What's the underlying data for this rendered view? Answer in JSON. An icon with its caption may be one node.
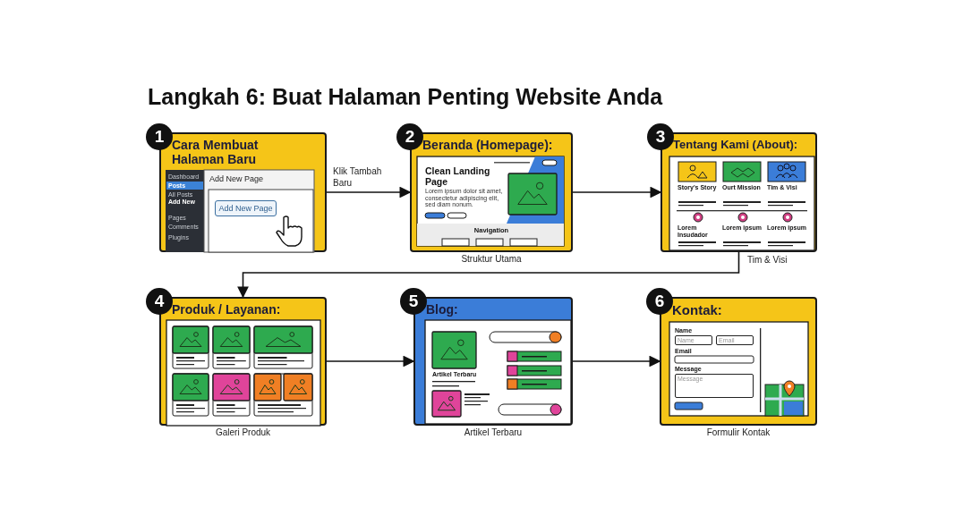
{
  "diagram": {
    "title": "Langkah 6: Buat Halaman Penting Website Anda",
    "nodes": [
      {
        "text": [
          "1",
          "Cara Membuat Halaman Baru"
        ]
      },
      {
        "text": [
          "2",
          "Beranda (Homepage):"
        ],
        "beside": [
          "Struktur Utama"
        ]
      },
      {
        "text": [
          "3",
          "Tentang Kami (About):"
        ]
      },
      {
        "text": [
          "4",
          "Produk / Layanan:"
        ],
        "beside": [
          "Galeri Produk"
        ]
      },
      {
        "text": [
          "5",
          "Blog:"
        ],
        "beside": [
          "Artikel Terbaru"
        ]
      },
      {
        "text": [
          "6",
          "Kontak:"
        ],
        "beside": [
          "Formulir Kontak"
        ]
      }
    ],
    "edges": [
      {
        "from": 0,
        "to": 1,
        "arrow": "to",
        "label": "Klik Tambah Baru"
      },
      {
        "from": 1,
        "to": 2,
        "arrow": "to"
      },
      {
        "from": 2,
        "to": 3,
        "arrow": "to",
        "label": "Tim & Visi"
      },
      {
        "from": 3,
        "to": 4,
        "arrow": "to"
      },
      {
        "from": 4,
        "to": 5,
        "arrow": "to"
      }
    ],
    "labels": [
      "Dashboard",
      "Posts",
      "All Posts",
      "Add New",
      "Pages",
      "Comments",
      "Plugins",
      "Add New Page",
      "Add New Page",
      "Clean Landing Page",
      "Lorem ipsum dolor sit amet, consectetur adipiscing elit, sed diam nonum.",
      "Navigation",
      "Story's Story",
      "Ourt Mission",
      "Tim & Visi",
      "Lorem Insudador",
      "Lorem ipsum",
      "Lorem ipsum",
      "Artikel Terbaru",
      "Name",
      "Name",
      "Email",
      "Email",
      "Message",
      "Message"
    ]
  }
}
